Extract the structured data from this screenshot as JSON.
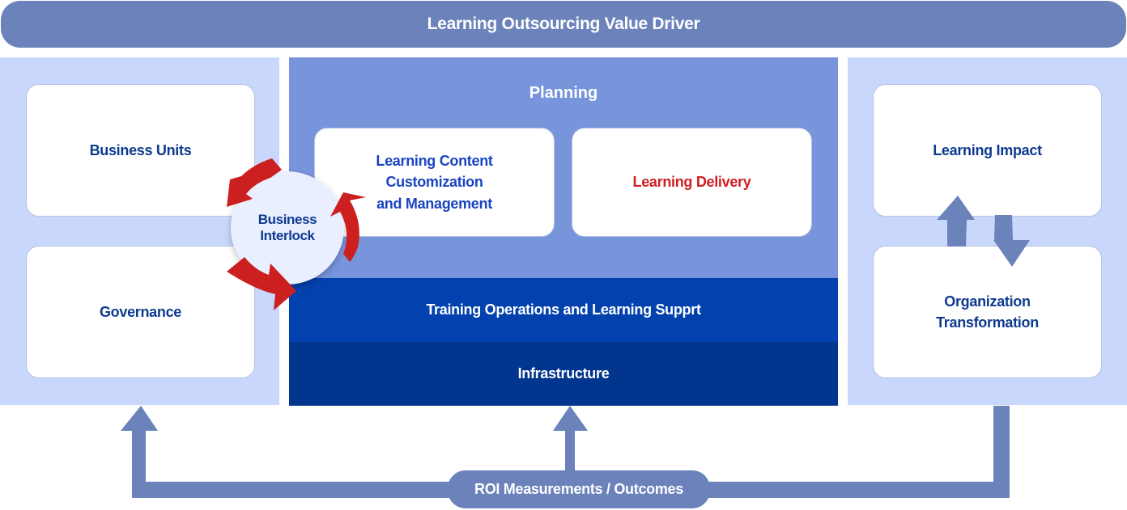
{
  "title": "Learning Outsourcing Value Driver",
  "left_panel": {
    "cards": [
      {
        "label": "Business Units"
      },
      {
        "label": "Governance"
      }
    ]
  },
  "interlock": {
    "line1": "Business",
    "line2": "Interlock",
    "arrow_icon": "cycle-arrows-icon"
  },
  "center": {
    "planning_title": "Planning",
    "cards": [
      {
        "line1": "Learning Content",
        "line2": "Customization",
        "line3": "and Management"
      },
      {
        "label": "Learning Delivery"
      }
    ],
    "operations_band": "Training Operations and Learning Supprt",
    "infrastructure_band": "Infrastructure"
  },
  "right_panel": {
    "cards": [
      {
        "label": "Learning Impact"
      },
      {
        "line1": "Organization",
        "line2": "Transformation"
      }
    ],
    "exchange_icons": [
      "arrow-up-icon",
      "arrow-down-icon"
    ]
  },
  "footer": {
    "roi_label": "ROI Measurements / Outcomes"
  },
  "colors": {
    "title_bar": "#6b82ba",
    "side_panel": "#c8d7fb",
    "planning_bg": "#7894db",
    "operations_bg": "#0342ae",
    "infrastructure_bg": "#02358d",
    "card_text": "#0d3a8f",
    "content_card_text": "#1a44c2",
    "delivery_text": "#d01f23",
    "interlock_arrows": "#cc1f1f",
    "flow_arrows": "#6b82ba"
  }
}
